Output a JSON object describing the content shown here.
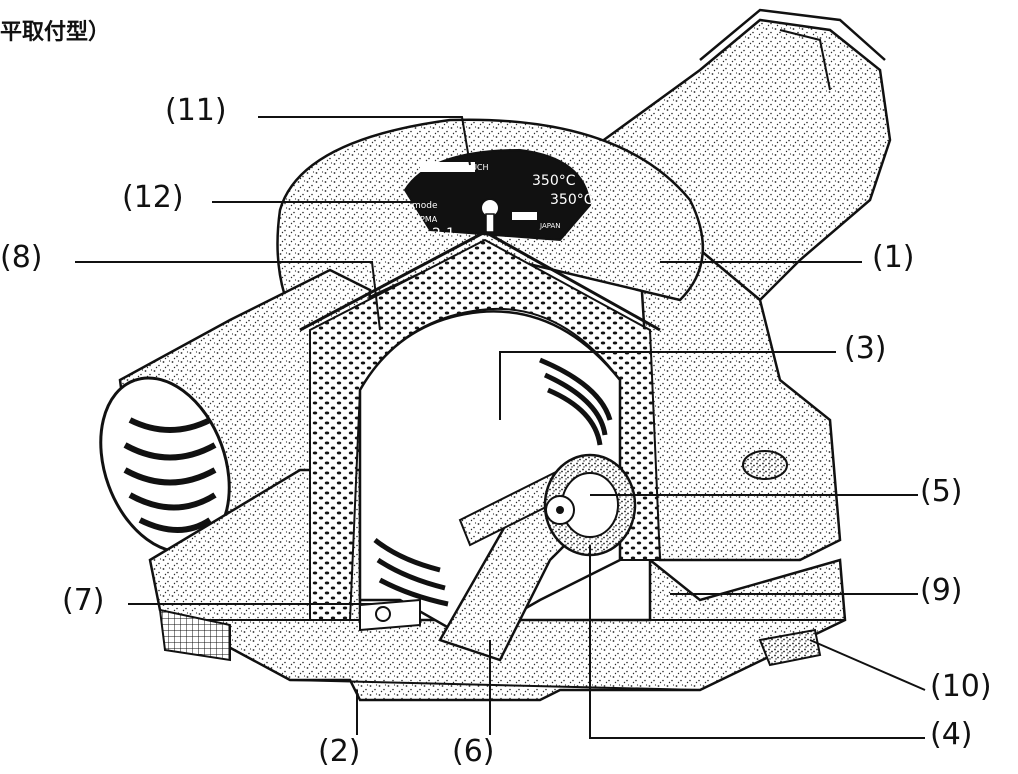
{
  "title": "平取付型）",
  "nameplate": {
    "header": "ONE TOUCH",
    "model_label": "mode",
    "model": "2-1",
    "max_label": "PMA",
    "temp1": "350°C",
    "temp2": "350°C",
    "origin": "JAPAN"
  },
  "callouts": [
    {
      "id": "c11",
      "label": "(11)"
    },
    {
      "id": "c12",
      "label": "(12)"
    },
    {
      "id": "c8",
      "label": "(8)"
    },
    {
      "id": "c1",
      "label": "(1)"
    },
    {
      "id": "c3",
      "label": "(3)"
    },
    {
      "id": "c5",
      "label": "(5)"
    },
    {
      "id": "c7",
      "label": "(7)"
    },
    {
      "id": "c9",
      "label": "(9)"
    },
    {
      "id": "c10",
      "label": "(10)"
    },
    {
      "id": "c2",
      "label": "(2)"
    },
    {
      "id": "c6",
      "label": "(6)"
    },
    {
      "id": "c4",
      "label": "(4)"
    }
  ],
  "colors": {
    "ink": "#111111",
    "paper": "#ffffff",
    "stipple": "#2a2a2a"
  }
}
